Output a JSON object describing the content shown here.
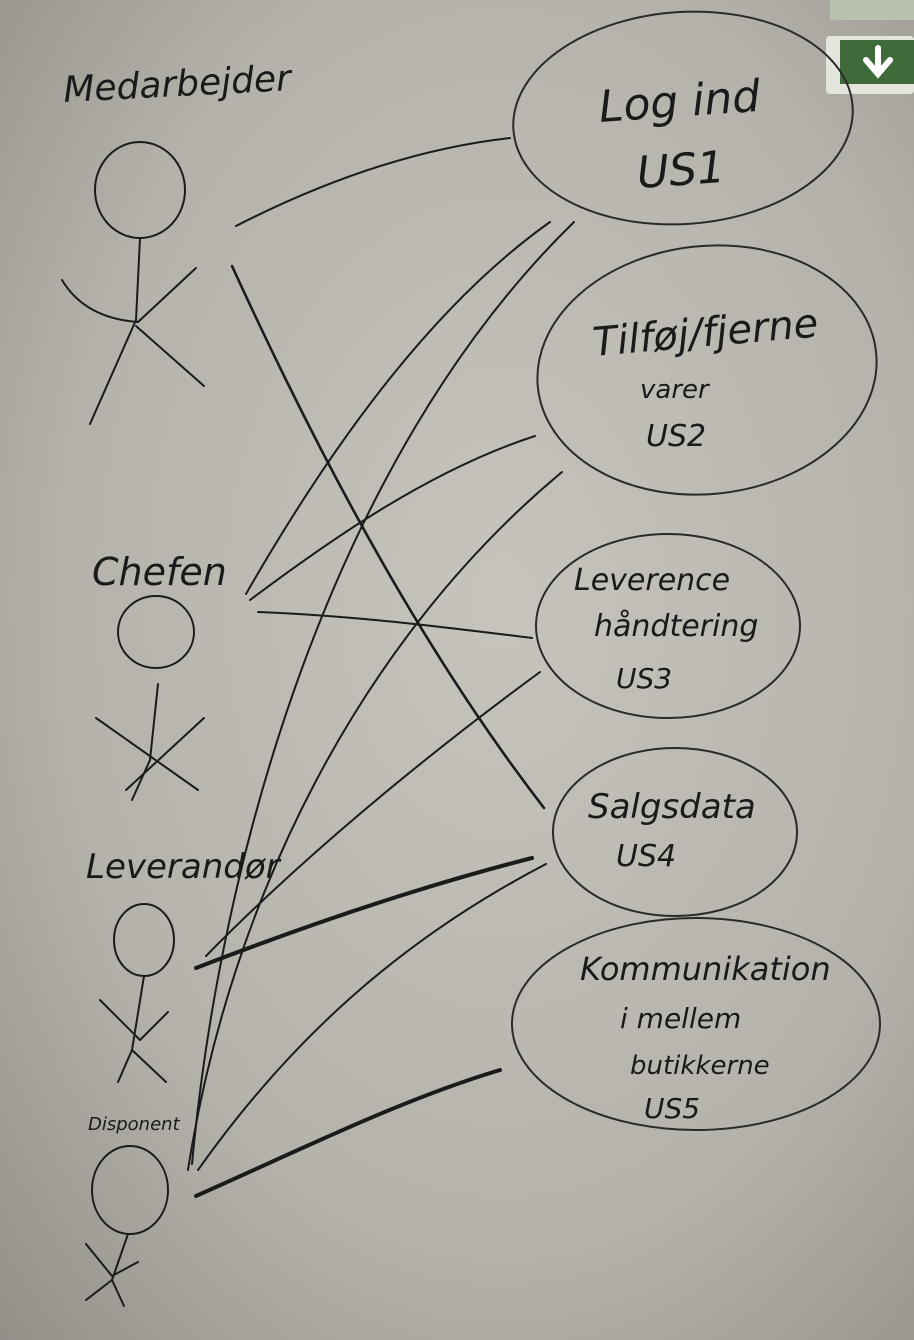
{
  "actors": [
    {
      "id": "medarbejder",
      "label": "Medarbejder"
    },
    {
      "id": "chefen",
      "label": "Chefen"
    },
    {
      "id": "leverandor",
      "label": "Leverandør"
    },
    {
      "id": "disponent",
      "label": "Disponent"
    }
  ],
  "use_cases": [
    {
      "id": "us1",
      "lines": [
        "Log ind",
        "US1"
      ]
    },
    {
      "id": "us2",
      "lines": [
        "Tilføj/fjerne",
        "varer",
        "US2"
      ]
    },
    {
      "id": "us3",
      "lines": [
        "Leverence",
        "håndtering",
        "US3"
      ]
    },
    {
      "id": "us4",
      "lines": [
        "Salgsdata",
        "US4"
      ]
    },
    {
      "id": "us5",
      "lines": [
        "Kommunikation",
        "i mellem",
        "butikkerne",
        "US5"
      ]
    }
  ],
  "colors": {
    "board": "#b8b6ae",
    "ink": "#1b1b1b",
    "exit_sign": "#3f6b3a"
  },
  "icons": {
    "exit_sign": "down-arrow-icon"
  }
}
